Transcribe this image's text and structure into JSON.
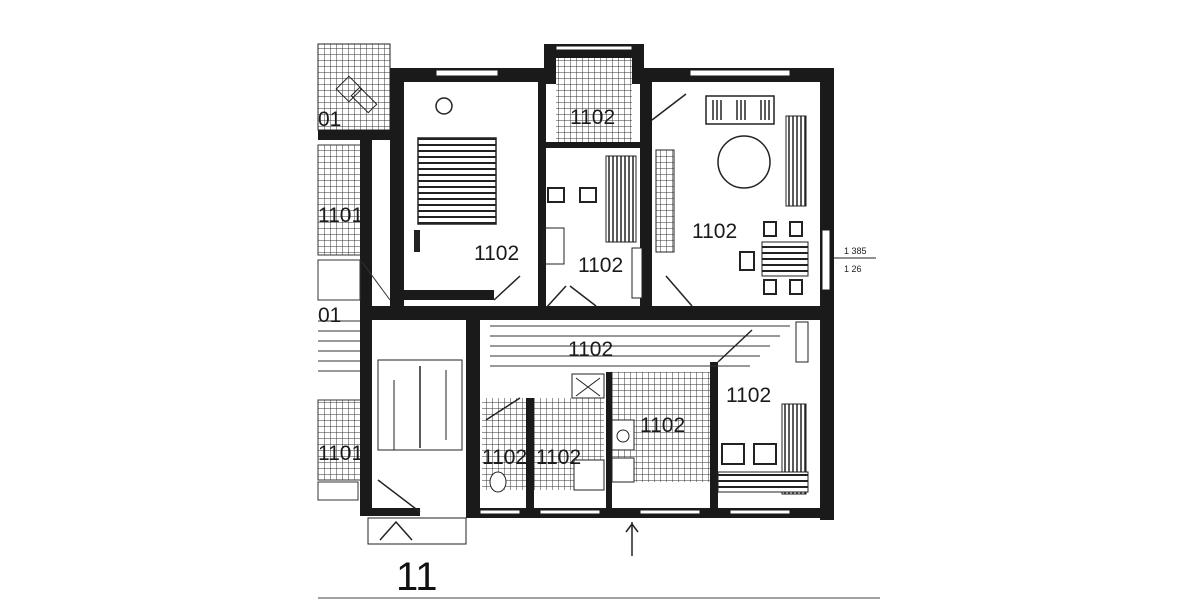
{
  "room_labels": {
    "partial_top": "01",
    "partial_mid_left": "1101",
    "partial_lower": "01",
    "partial_bottom_left": "1101",
    "bedroom": "1102",
    "storage_top": "1102",
    "bath": "1102",
    "living": "1102",
    "hall": "1102",
    "room_right": "1102",
    "kitchen": "1102",
    "wc": "1102",
    "corridor_small": "1102"
  },
  "dimension": {
    "upper": "1 385",
    "lower": "1 26"
  },
  "house_number": "11",
  "colors": {
    "wall": "#1a1a1a",
    "background": "#ffffff",
    "hatch": "#2a2a2a"
  }
}
